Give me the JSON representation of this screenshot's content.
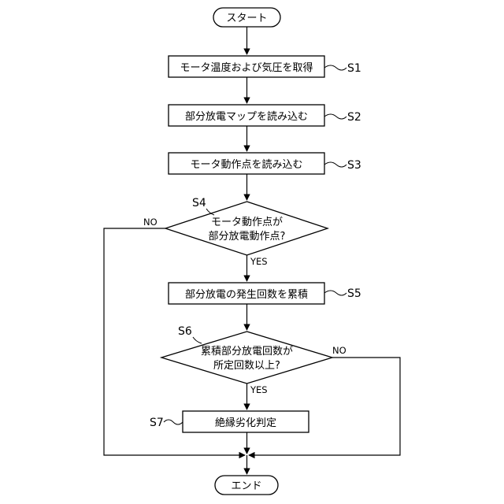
{
  "flowchart": {
    "start": "スタート",
    "end": "エンド",
    "steps": {
      "s1": {
        "text": "モータ温度および気圧を取得",
        "label": "S1"
      },
      "s2": {
        "text": "部分放電マップを読み込む",
        "label": "S2"
      },
      "s3": {
        "text": "モータ動作点を読み込む",
        "label": "S3"
      },
      "s4": {
        "line1": "モータ動作点が",
        "line2": "部分放電動作点?",
        "label": "S4"
      },
      "s5": {
        "text": "部分放電の発生回数を累積",
        "label": "S5"
      },
      "s6": {
        "line1": "累積部分放電回数が",
        "line2": "所定回数以上?",
        "label": "S6"
      },
      "s7": {
        "text": "絶縁劣化判定",
        "label": "S7"
      }
    },
    "branches": {
      "s4_yes": "YES",
      "s4_no": "NO",
      "s6_yes": "YES",
      "s6_no": "NO"
    }
  }
}
